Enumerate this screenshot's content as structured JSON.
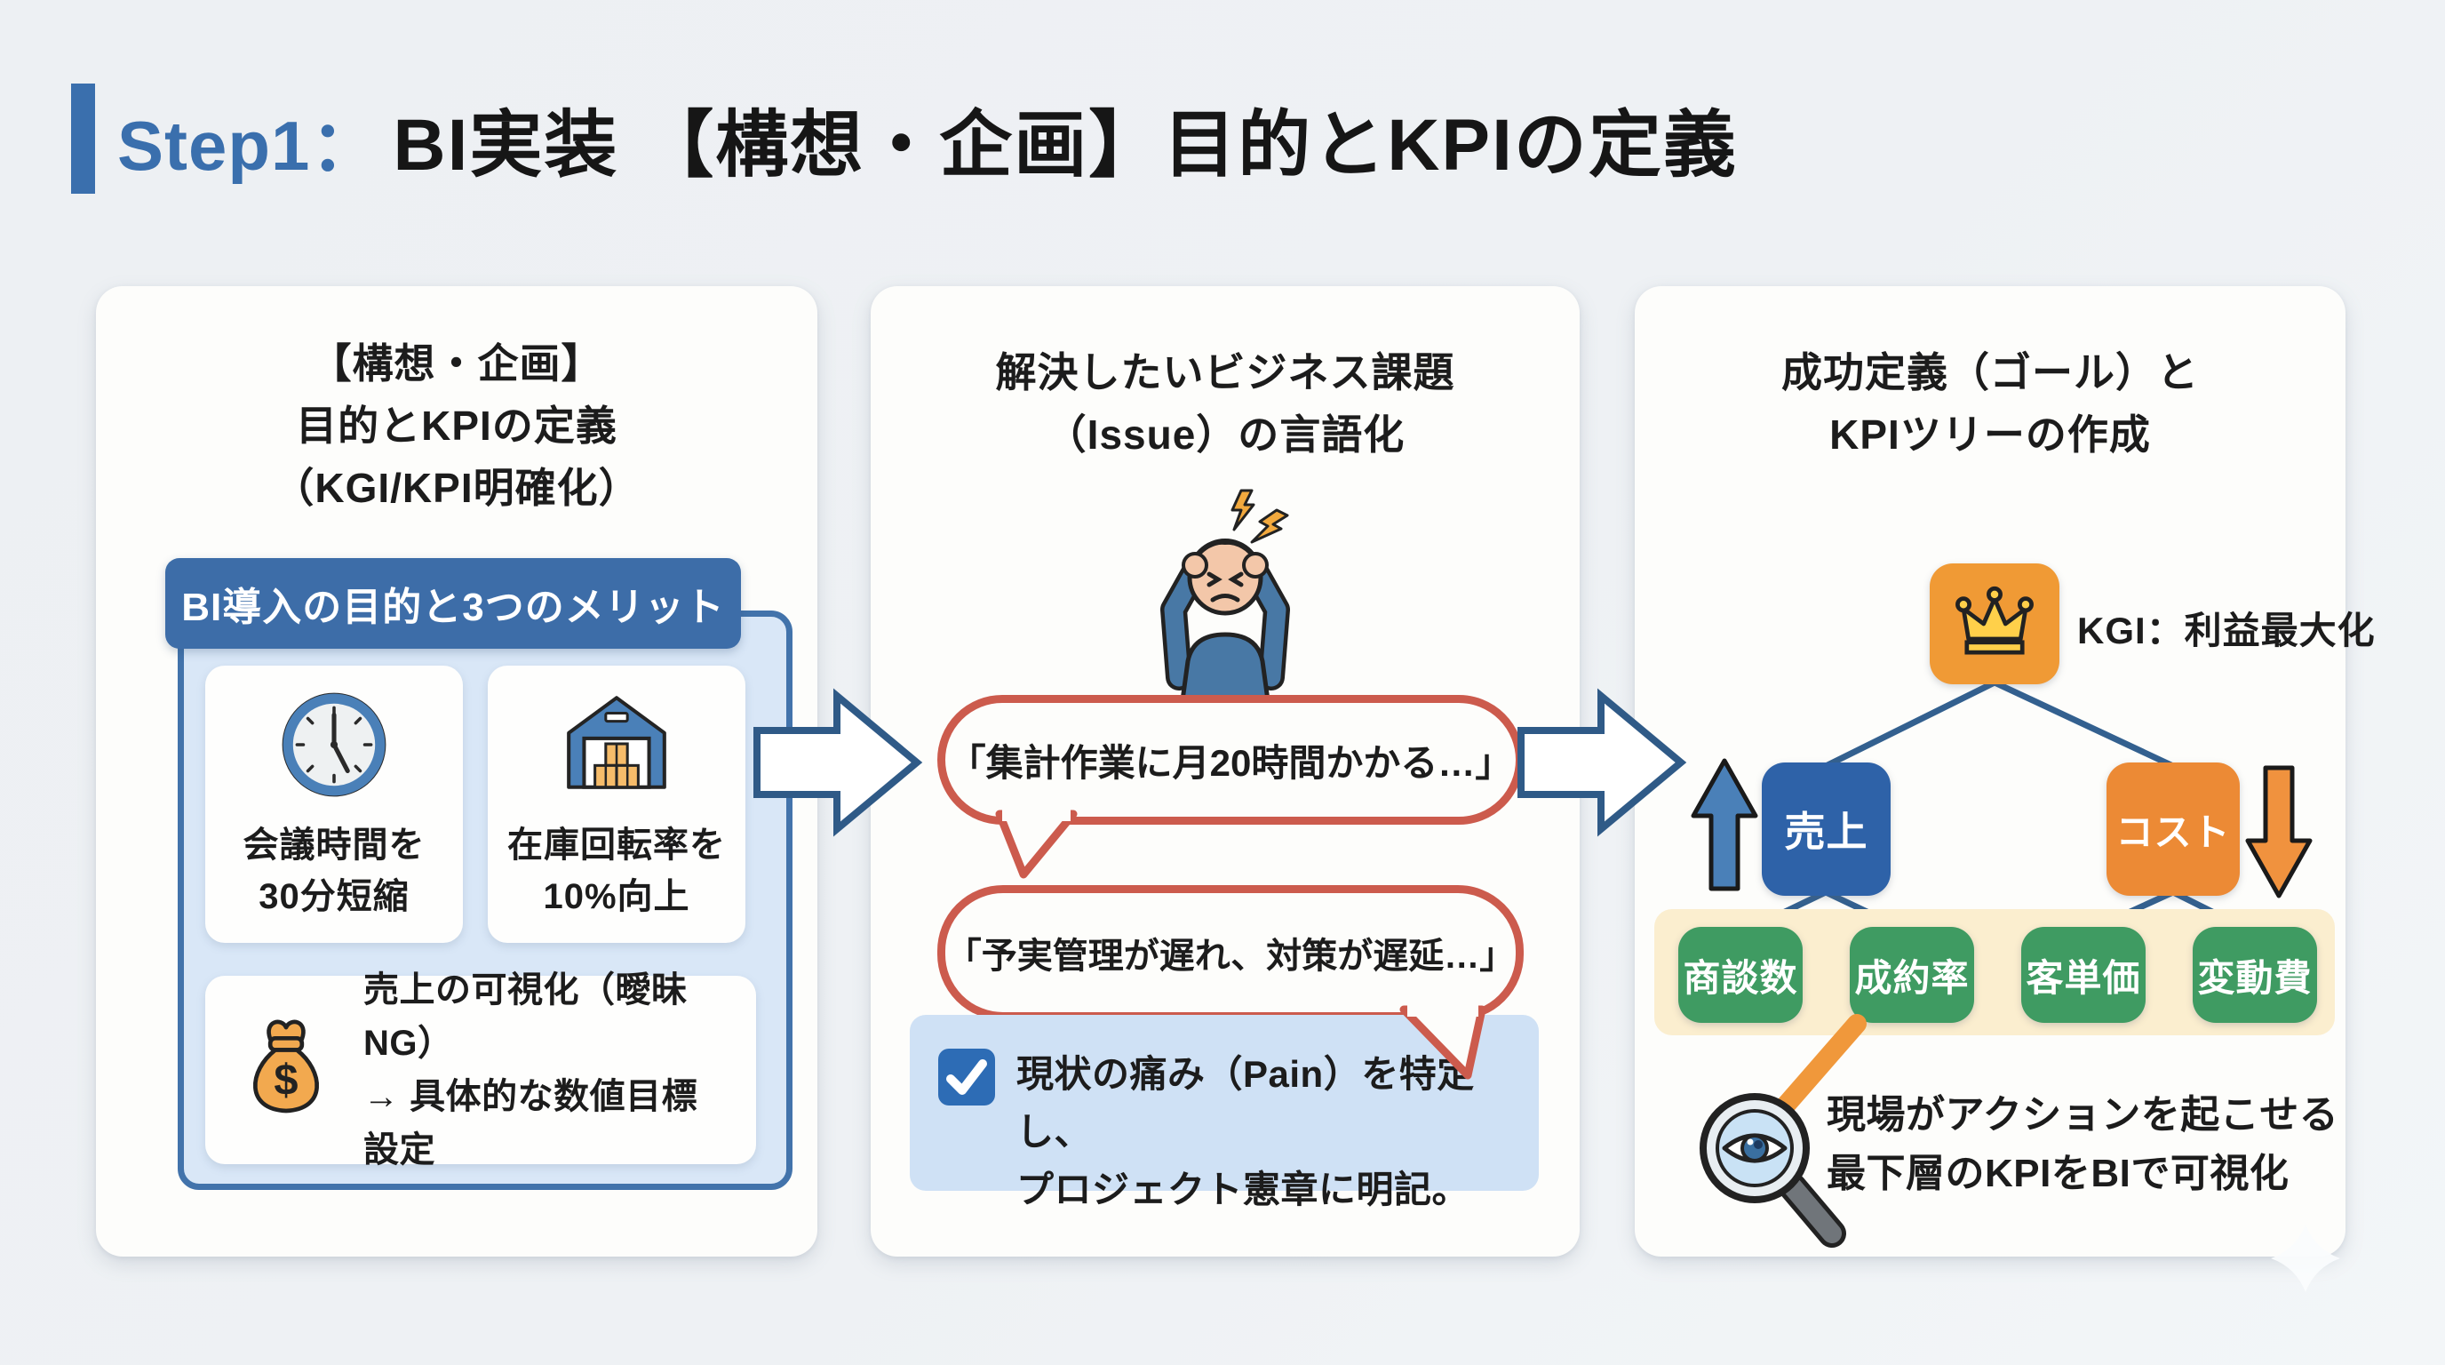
{
  "header": {
    "step_label": "Step1：",
    "title": "BI実装 【構想・企画】目的とKPIの定義"
  },
  "planning_card": {
    "title_line1": "【構想・企画】",
    "title_line2": "目的とKPIの定義",
    "title_line3": "（KGI/KPI明確化）",
    "banner_label": "BI導入の目的と3つのメリット",
    "benefit_meeting": {
      "icon": "clock-icon",
      "line1": "会議時間を",
      "line2": "30分短縮"
    },
    "benefit_inventory": {
      "icon": "warehouse-icon",
      "line1": "在庫回転率を",
      "line2": "10%向上"
    },
    "goal_note": {
      "icon": "money-bag-icon",
      "line1": "売上の可視化（曖昧NG）",
      "line2": "→ 具体的な数値目標設定"
    }
  },
  "issue_card": {
    "title_line1": "解決したいビジネス課題",
    "title_line2": "（Issue）の言語化",
    "person_icon": "stressed-person-icon",
    "bubble1": "「集計作業に月20時間かかる…」",
    "bubble2": "「予実管理が遅れ、対策が遅延…」",
    "checkbox_icon": "checkbox-check-icon",
    "pain_note_line1": "現状の痛み（Pain）を特定し、",
    "pain_note_line2": "プロジェクト憲章に明記。"
  },
  "kpi_card": {
    "title_line1": "成功定義（ゴール）と",
    "title_line2": "KPIツリーの作成",
    "kgi_icon": "crown-icon",
    "kgi_label": "KGI：利益最大化",
    "revenue_node": "売上",
    "cost_node": "コスト",
    "kpi_nodes": [
      "商談数",
      "成約率",
      "客単価",
      "変動費"
    ],
    "magnifier_icon": "magnifier-eye-icon",
    "note_line1": "現場がアクションを起こせる",
    "note_line2": "最下層のKPIをBIで可視化"
  },
  "colors": {
    "accent_blue": "#3a6fad",
    "banner_blue": "#3d6da8",
    "panel_blue_bg": "#d9e7f7",
    "panel_border_blue": "#4273ab",
    "bubble_red": "#cc5b4d",
    "note_blue_bg": "#cfe1f5",
    "checkbox_blue": "#2d6cb5",
    "kgi_orange": "#f09a35",
    "revenue_blue": "#2e62a8",
    "cost_orange": "#ec8a35",
    "kpi_green": "#3f9b62",
    "band_cream": "#fbeecf",
    "tree_line_blue": "#33608f",
    "up_arrow_blue": "#4a80b8",
    "down_arrow_orange": "#f0923e"
  }
}
